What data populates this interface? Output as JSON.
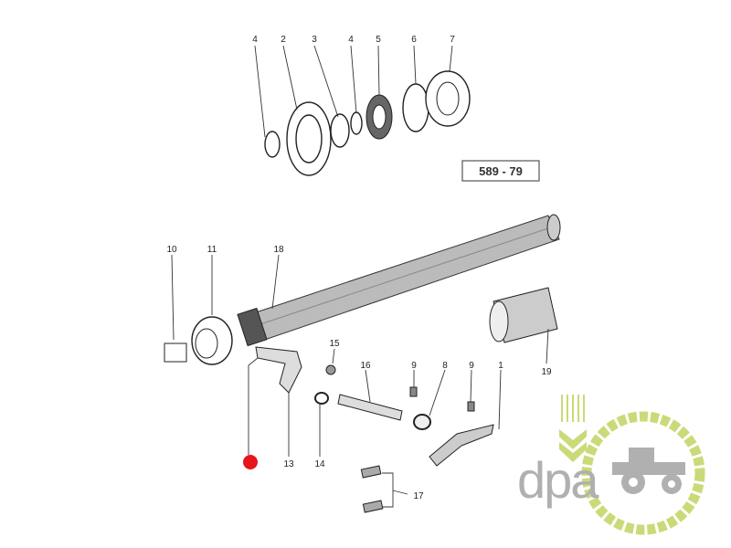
{
  "diagram": {
    "reference_code": "589 - 79",
    "top_labels": [
      "4",
      "2",
      "3",
      "4",
      "5",
      "6",
      "7"
    ],
    "bottom_labels": {
      "p10": "10",
      "p11": "11",
      "p18": "18",
      "p15": "15",
      "p16": "16",
      "p9a": "9",
      "p8": "8",
      "p9b": "9",
      "p1": "1",
      "p19": "19",
      "p13": "13",
      "p14": "14",
      "p17": "17"
    },
    "marker_color": "#e8141b"
  },
  "logo": {
    "text": "dpa",
    "green": "#c5d66a",
    "grey": "#a8a8a8"
  }
}
